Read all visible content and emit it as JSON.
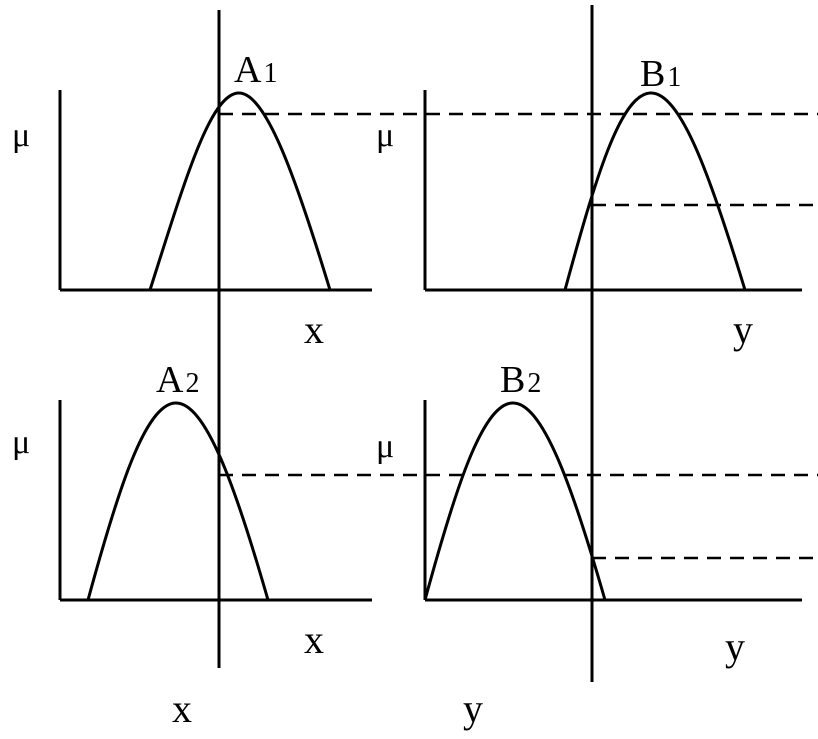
{
  "labels": {
    "mu": "μ",
    "x": "x",
    "y": "y"
  },
  "sets": {
    "a1": {
      "main": "A",
      "sub": "1"
    },
    "b1": {
      "main": "B",
      "sub": "1"
    },
    "a2": {
      "main": "A",
      "sub": "2"
    },
    "b2": {
      "main": "B",
      "sub": "2"
    }
  }
}
